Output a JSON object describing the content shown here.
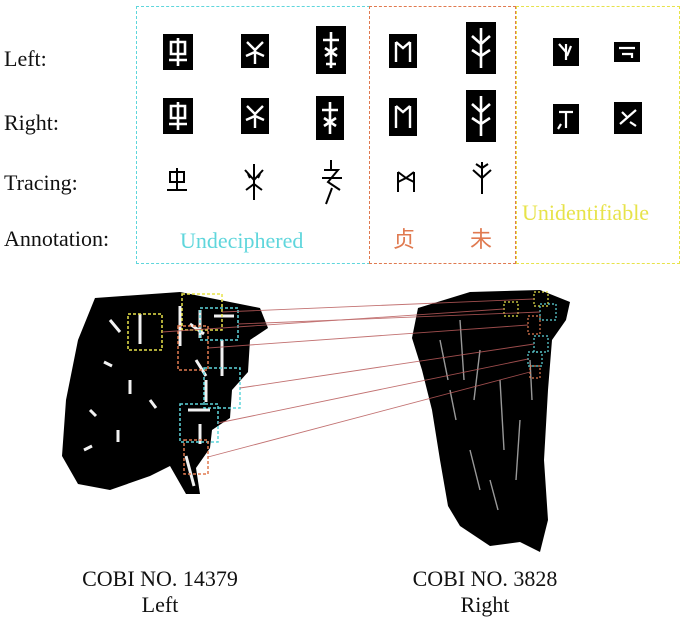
{
  "rows": {
    "left": "Left:",
    "right": "Right:",
    "tracing": "Tracing:",
    "annotation": "Annotation:"
  },
  "groups": {
    "undeciphered": {
      "label": "Undeciphered",
      "color": "#5fd6dc"
    },
    "deciphered": {
      "labels": [
        "贞",
        "未"
      ],
      "color": "#e07a50"
    },
    "unidentifiable": {
      "label": "Unidentifiable",
      "color": "#e7e34a"
    }
  },
  "captions": {
    "left": {
      "id": "COBI NO. 14379",
      "side": "Left"
    },
    "right": {
      "id": "COBI NO. 3828",
      "side": "Right"
    }
  },
  "colors": {
    "ink": "#000000",
    "connector": "#b85a5a",
    "paper": "#ffffff"
  }
}
